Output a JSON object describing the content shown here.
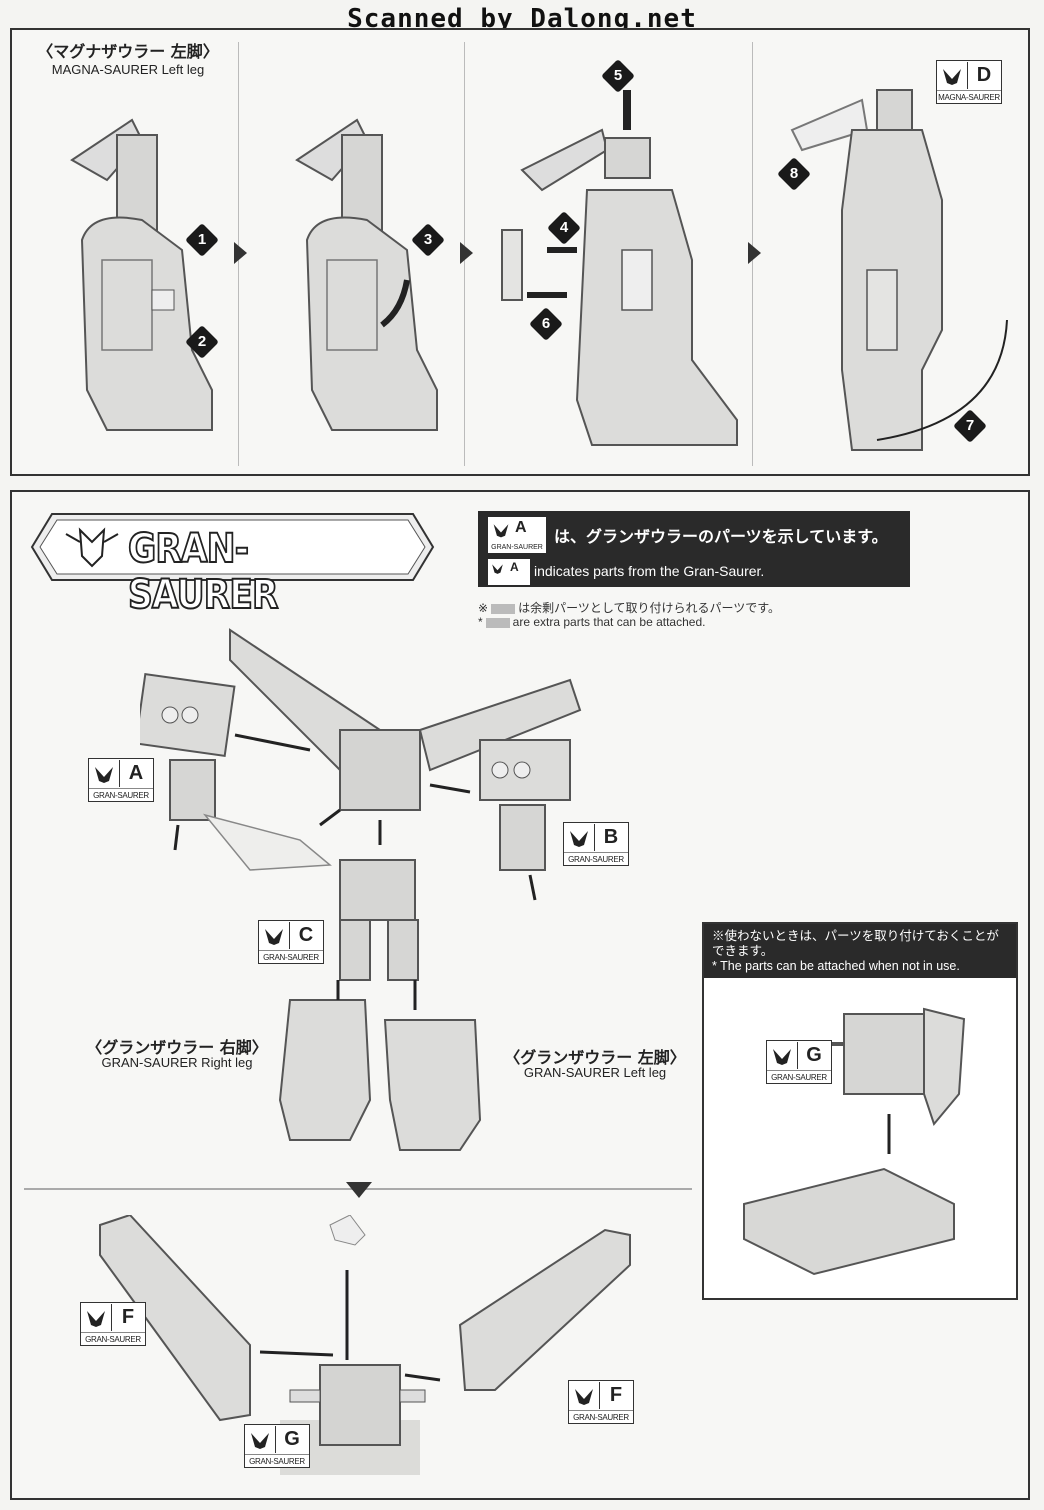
{
  "watermark": "Scanned by Dalong.net",
  "top_panel": {
    "title_ja": "〈マグナザウラー 左脚〉",
    "title_en": "MAGNA-SAURER Left leg",
    "steps": [
      "1",
      "2",
      "3",
      "4",
      "5",
      "6",
      "7",
      "8"
    ],
    "badge": {
      "letter": "D",
      "name": "MAGNA-SAURER"
    }
  },
  "bottom_panel": {
    "title": "GRAN-SAURER",
    "note_badge": {
      "letter": "A",
      "name": "GRAN-SAURER"
    },
    "note_ja": "は、グランザウラーのパーツを示しています。",
    "note_en": "indicates parts from the Gran-Saurer.",
    "extra_mark": "※",
    "extra_ja": "は余剰パーツとして取り付けられるパーツです。",
    "extra_mark_en": "*",
    "extra_en": "are extra parts that can be attached.",
    "badges": {
      "a": {
        "letter": "A",
        "name": "GRAN-SAURER"
      },
      "b": {
        "letter": "B",
        "name": "GRAN-SAURER"
      },
      "c": {
        "letter": "C",
        "name": "GRAN-SAURER"
      },
      "g1": {
        "letter": "G",
        "name": "GRAN-SAURER"
      },
      "f1": {
        "letter": "F",
        "name": "GRAN-SAURER"
      },
      "f2": {
        "letter": "F",
        "name": "GRAN-SAURER"
      },
      "g2": {
        "letter": "G",
        "name": "GRAN-SAURER"
      }
    },
    "right_leg_ja": "〈グランザウラー 右脚〉",
    "right_leg_en": "GRAN-SAURER Right leg",
    "left_leg_ja": "〈グランザウラー 左脚〉",
    "left_leg_en": "GRAN-SAURER Left leg",
    "attach_note_ja": "※使わないときは、パーツを取り付けておくことができます。",
    "attach_note_en": "* The parts can be attached when not in use."
  },
  "colors": {
    "ink": "#222222",
    "panel_bg": "#f7f7f5",
    "dark_box": "#2a2a2a",
    "part_fill": "#d8d8d6"
  }
}
